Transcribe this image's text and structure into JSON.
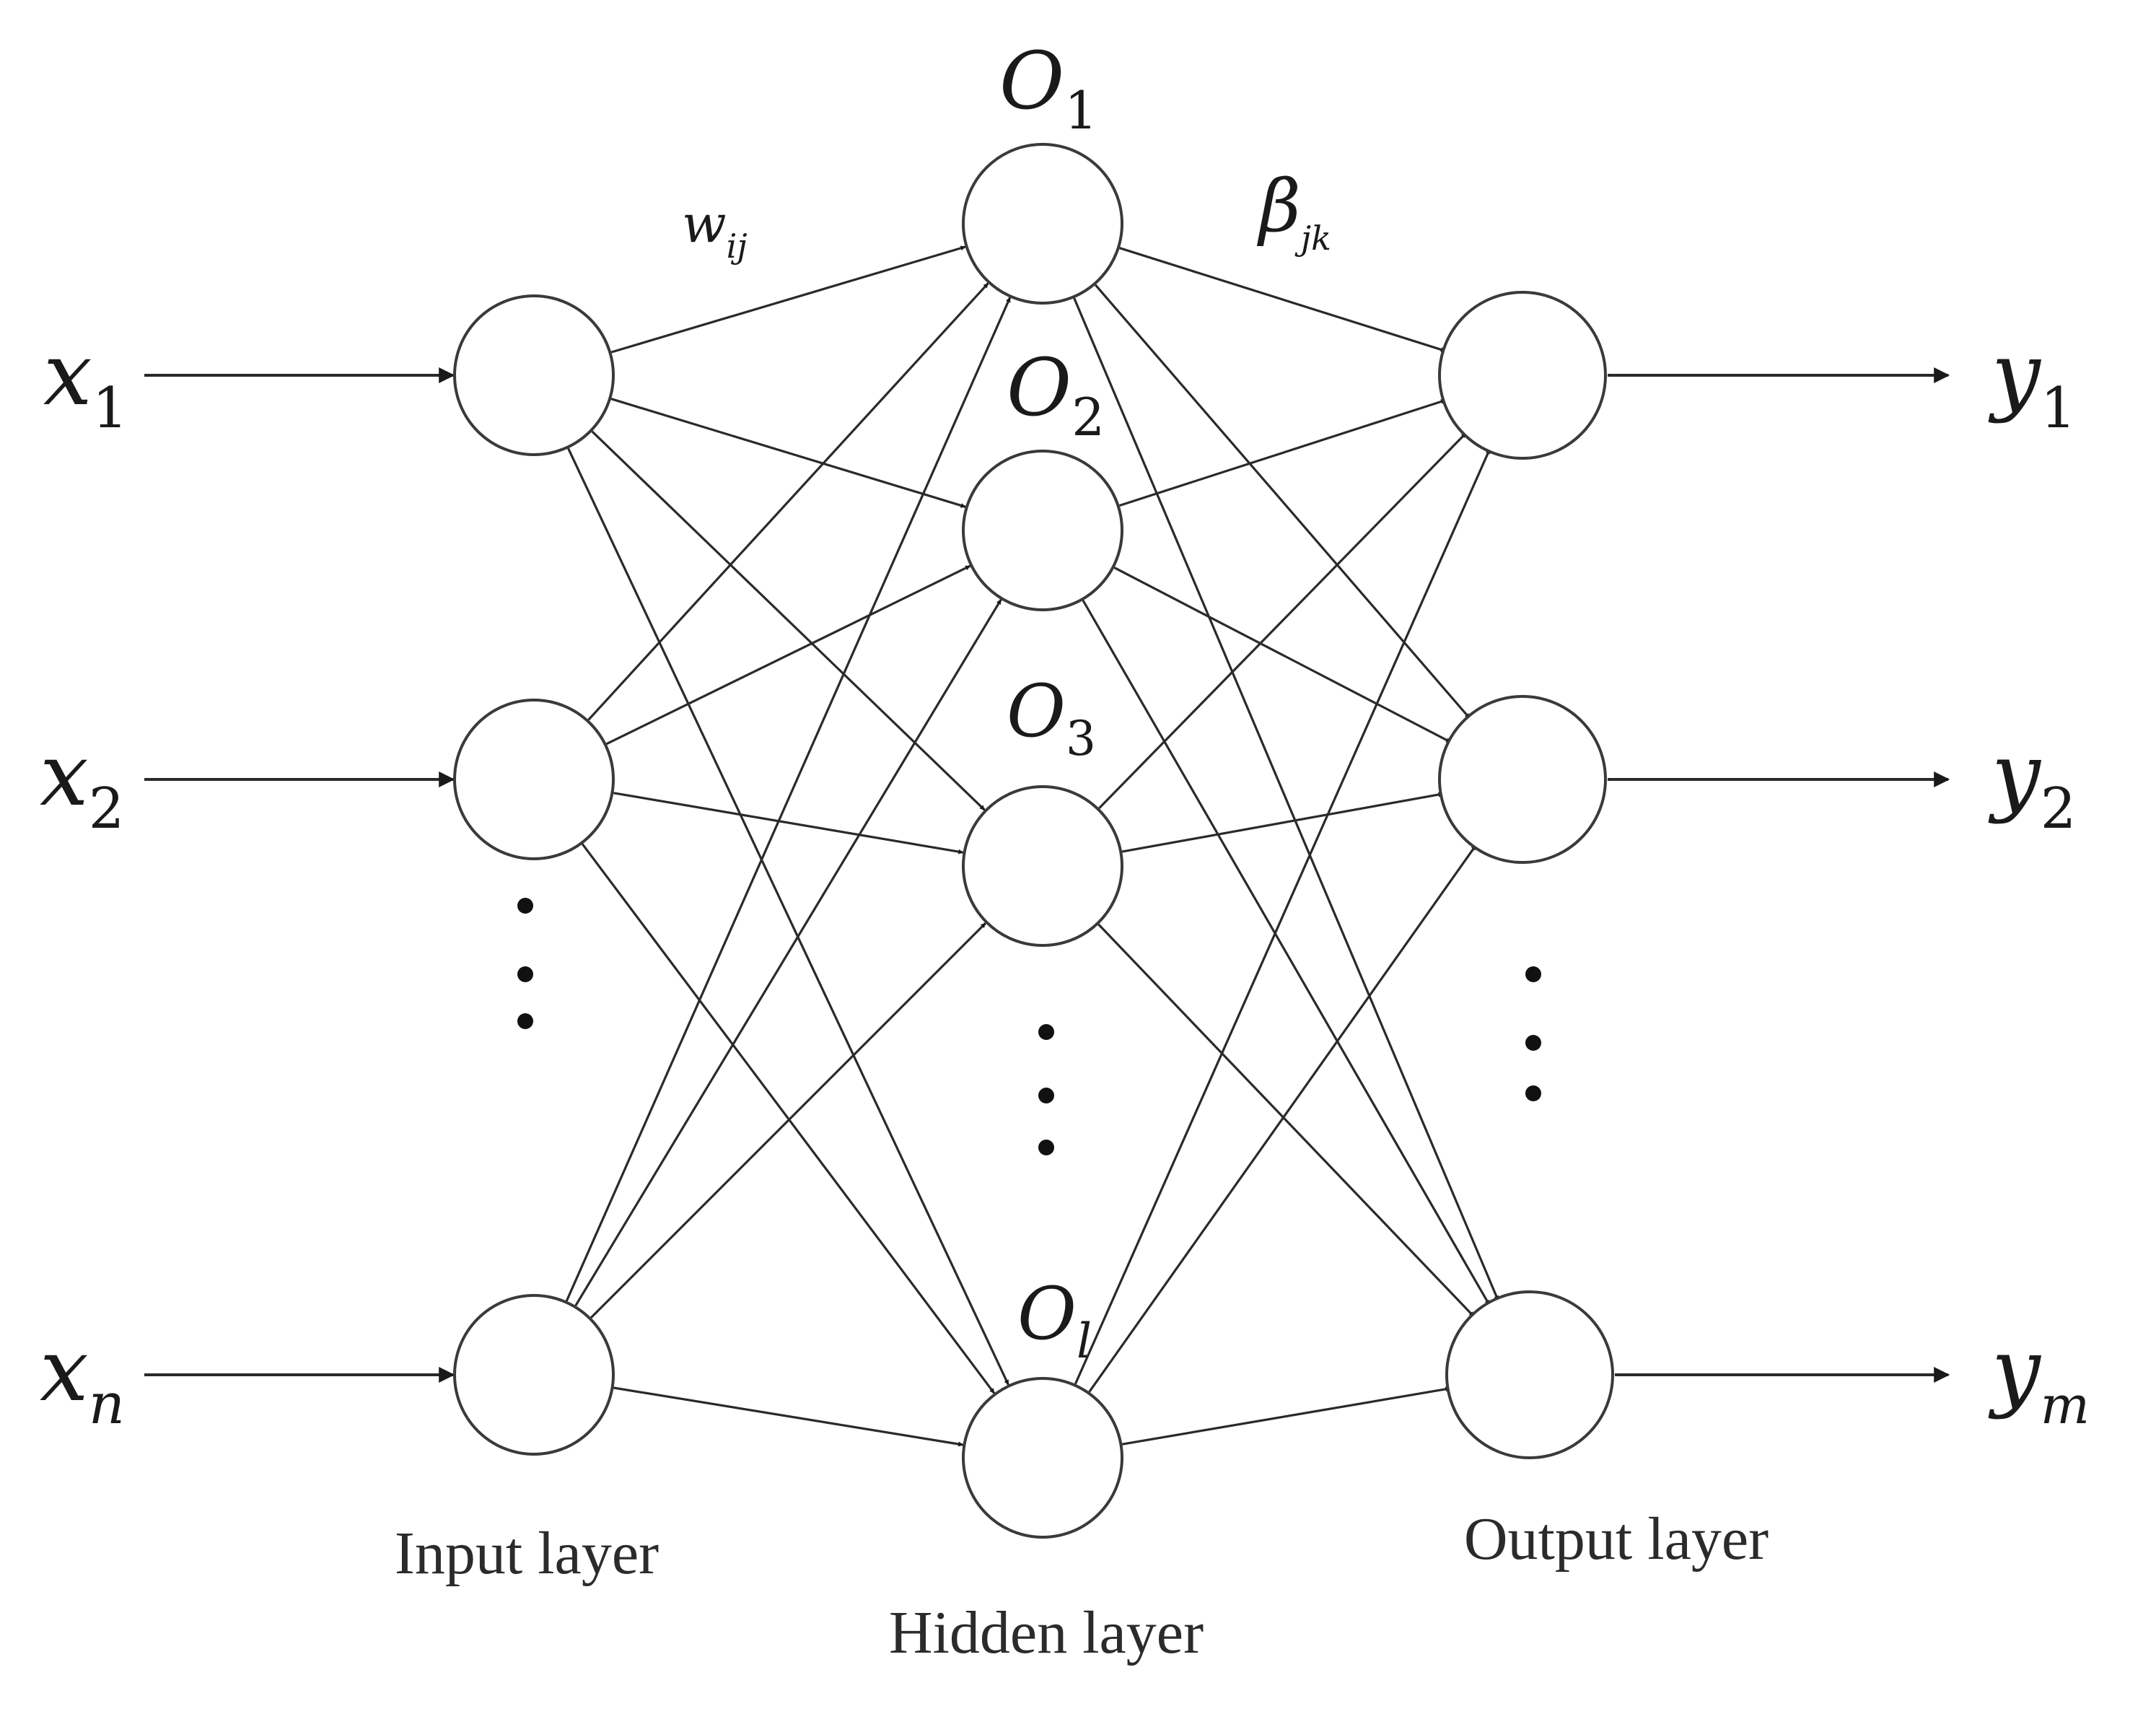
{
  "labels": {
    "inputs": [
      {
        "base": "x",
        "sub": "1"
      },
      {
        "base": "x",
        "sub": "2"
      },
      {
        "base": "x",
        "sub": "n"
      }
    ],
    "outputs": [
      {
        "base": "y",
        "sub": "1"
      },
      {
        "base": "y",
        "sub": "2"
      },
      {
        "base": "y",
        "sub": "m"
      }
    ],
    "hidden": [
      {
        "base": "O",
        "sub": "1"
      },
      {
        "base": "O",
        "sub": "2"
      },
      {
        "base": "O",
        "sub": "3"
      },
      {
        "base": "O",
        "sub": "l"
      }
    ],
    "weights": {
      "input_hidden": {
        "base": "w",
        "sub": "ij"
      },
      "hidden_output": {
        "base": "β",
        "sub": "jk"
      }
    }
  },
  "layer_names": {
    "input": "Input layer",
    "hidden": "Hidden layer",
    "output": "Output layer"
  },
  "colors": {
    "stroke": "#2a2a2a",
    "node_fill": "#ffffff",
    "background": "#ffffff"
  }
}
